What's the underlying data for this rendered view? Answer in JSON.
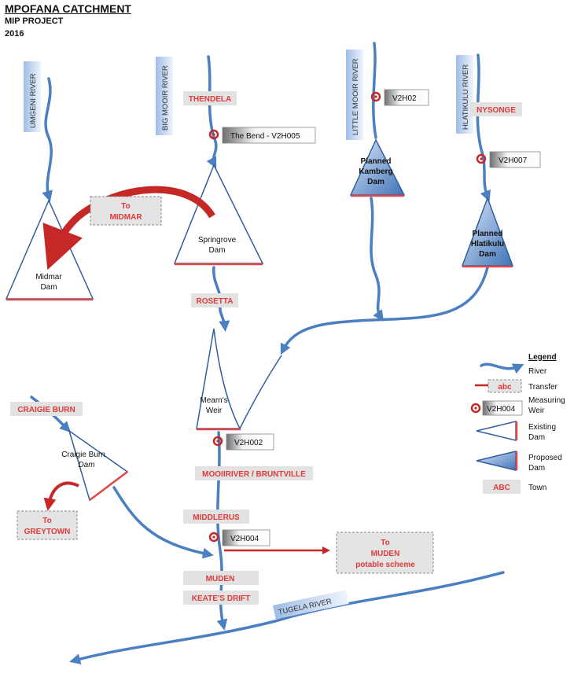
{
  "header": {
    "title": "MPOFANA CATCHMENT",
    "project": "MIP PROJECT",
    "year": "2016"
  },
  "rivers": {
    "umgeni": "UMGENI RIVER",
    "big_mooi": "BIG MOOIR RIVER",
    "little_mooi": "LITTLE MOOIR RIVER",
    "hlatikulu": "HLATIKULU RIVER",
    "tugela": "TUGELA RIVER"
  },
  "towns": {
    "thendela": "THENDELA",
    "nysonge": "NYSONGE",
    "rosetta": "ROSETTA",
    "craigie_burn": "CRAIGIE BURN",
    "mooiriver": "MOOIIRIVER / BRUNTVILLE",
    "middlerus": "MIDDLERUS",
    "muden": "MUDEN",
    "keates_drift": "KEATE'S DRIFT"
  },
  "dams": {
    "midmar": [
      "Midmar",
      "Dam"
    ],
    "springrove": [
      "Springrove",
      "Dam"
    ],
    "kamberg": [
      "Planned",
      "Kamberg",
      "Dam"
    ],
    "hlatikulu": [
      "Planned",
      "Hlatikulu",
      "Dam"
    ],
    "mearns": [
      "Mearn's",
      "Weir"
    ],
    "craigie": [
      "Craigie Burn",
      "Dam"
    ]
  },
  "weirs": {
    "the_bend": "The Bend - V2H005",
    "v2h02": "V2H02",
    "v2h007": "V2H007",
    "v2h002": "V2H002",
    "v2h004": "V2H004"
  },
  "transfers": {
    "midmar": [
      "To",
      "MIDMAR"
    ],
    "greytown": [
      "To",
      "GREYTOWN"
    ],
    "muden": [
      "To",
      "MUDEN",
      "potable scheme"
    ]
  },
  "legend": {
    "title": "Legend",
    "river": "River",
    "transfer_box": "abc",
    "transfer": "Transfer",
    "weir_code": "V2H004",
    "weir": [
      "Measuring",
      "Weir"
    ],
    "existing": [
      "Existing",
      "Dam"
    ],
    "proposed": [
      "Proposed",
      "Dam"
    ],
    "town_box": "ABC",
    "town": "Town"
  },
  "colors": {
    "river": "#4a7fc1",
    "transfer": "#c62828",
    "town_text": "#e03a3a",
    "town_bg": "#e2e2e2",
    "dam_base": "#e04848"
  }
}
